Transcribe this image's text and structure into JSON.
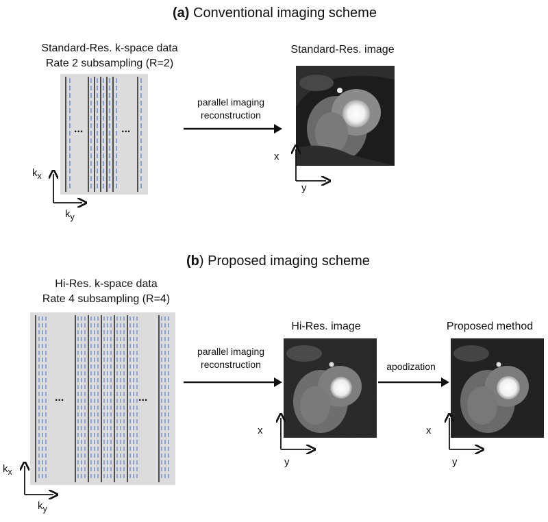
{
  "panel_a": {
    "letter": "(a)",
    "title": "Conventional imaging scheme",
    "kspace_label_1": "Standard-Res. k-space data",
    "kspace_label_2": "Rate 2 subsampling (R=2)",
    "arrow_label_1": "parallel imaging",
    "arrow_label_2": "reconstruction",
    "image_label": "Standard-Res. image",
    "ellipsis_left": "...",
    "ellipsis_right": "..."
  },
  "panel_b": {
    "letter": "(b",
    "title_suffix": ")",
    "title": "Proposed imaging scheme",
    "kspace_label_1": "Hi-Res. k-space data",
    "kspace_label_2": "Rate 4 subsampling (R=4)",
    "arrow_label_1": "parallel imaging",
    "arrow_label_2": "reconstruction",
    "hires_label": "Hi-Res. image",
    "apod_label": "apodization",
    "proposed_label": "Proposed method",
    "ellipsis_left": "...",
    "ellipsis_right": "..."
  },
  "axes": {
    "kx_main": "k",
    "kx_sub": "x",
    "ky_main": "k",
    "ky_sub": "y",
    "x": "x",
    "y": "y"
  },
  "colors": {
    "kspace_bg": "#dcdcdc",
    "sampled_line": "#111111",
    "unsampled_line": "#5b7fc8"
  }
}
